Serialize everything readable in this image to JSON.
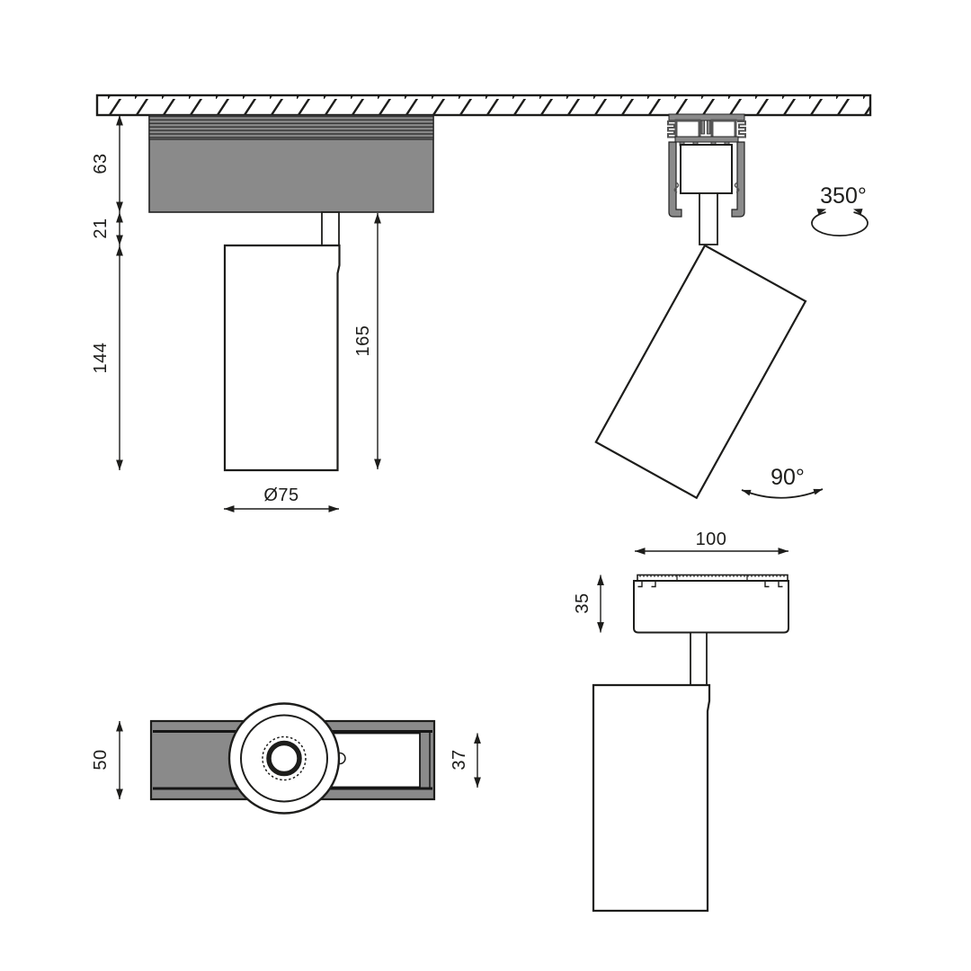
{
  "colors": {
    "line": "#1d1d1b",
    "fill_gray": "#8a8a8a",
    "fin_line": "#333333",
    "background": "#ffffff"
  },
  "views": {
    "side": {
      "dims": {
        "driver_height": "63",
        "gap": "21",
        "body_height": "144",
        "total_drop": "165",
        "diameter": "Ø75"
      }
    },
    "tilted": {
      "rotation_label": "350°",
      "tilt_label": "90°"
    },
    "front": {
      "dims": {
        "width": "100",
        "height": "35"
      }
    },
    "top": {
      "dims": {
        "width": "50",
        "slot": "37"
      }
    }
  }
}
